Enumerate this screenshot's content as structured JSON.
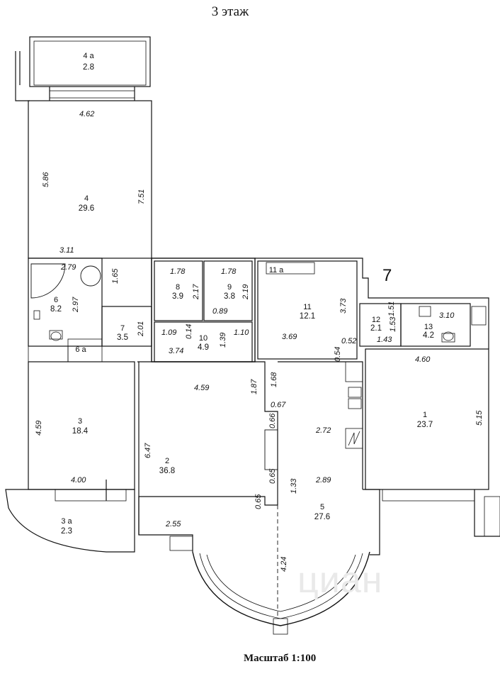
{
  "page": {
    "title": "3 этаж",
    "scale_label": "Масштаб 1:100",
    "watermark": "циан"
  },
  "marker": "7",
  "rooms": [
    {
      "id": "r4a",
      "num": "4 а",
      "area": "2.8"
    },
    {
      "id": "r4",
      "num": "4",
      "area": "29.6"
    },
    {
      "id": "r6",
      "num": "6",
      "area": "8.2"
    },
    {
      "id": "r6a",
      "num": "6 а",
      "area": ""
    },
    {
      "id": "r7",
      "num": "7",
      "area": "3.5"
    },
    {
      "id": "r8",
      "num": "8",
      "area": "3.9"
    },
    {
      "id": "r9",
      "num": "9",
      "area": "3.8"
    },
    {
      "id": "r10",
      "num": "10",
      "area": "4.9"
    },
    {
      "id": "r11",
      "num": "11",
      "area": "12.1"
    },
    {
      "id": "r11a",
      "num": "11 а",
      "area": ""
    },
    {
      "id": "r12",
      "num": "12",
      "area": "2.1"
    },
    {
      "id": "r13",
      "num": "13",
      "area": "4.2"
    },
    {
      "id": "r1",
      "num": "1",
      "area": "23.7"
    },
    {
      "id": "r2",
      "num": "2",
      "area": "36.8"
    },
    {
      "id": "r3",
      "num": "3",
      "area": "18.4"
    },
    {
      "id": "r3a",
      "num": "3 а",
      "area": "2.3"
    },
    {
      "id": "r5",
      "num": "5",
      "area": "27.6"
    }
  ],
  "dimensions": [
    "4.62",
    "5.86",
    "7.51",
    "3.11",
    "2.79",
    "1.65",
    "2.97",
    "1.78",
    "2.17",
    "1.78",
    "2.19",
    "0.89",
    "3.73",
    "2.01",
    "1.09",
    "0.14",
    "1.39",
    "1.10",
    "3.74",
    "3.69",
    "0.54",
    "0.52",
    "1.53",
    "1.51",
    "3.10",
    "1.43",
    "4.60",
    "5.15",
    "4.59",
    "1.87",
    "1.68",
    "0.67",
    "2.72",
    "0.66",
    "4.59",
    "4.00",
    "6.47",
    "1.33",
    "2.89",
    "0.65",
    "0.65",
    "2.55",
    "4.24"
  ]
}
